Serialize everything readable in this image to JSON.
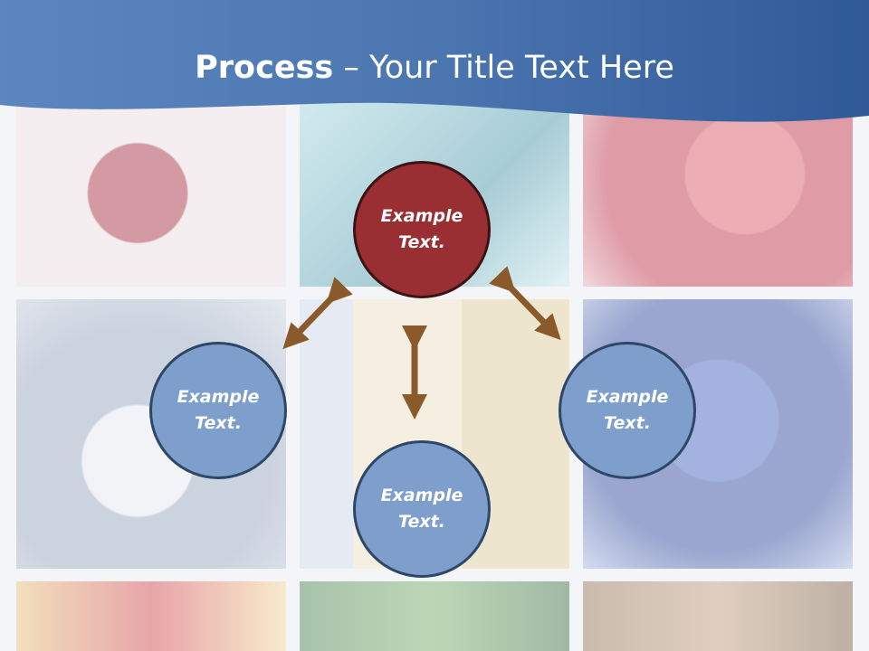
{
  "slide": {
    "title_bold": "Process",
    "title_rest": " – Your Title Text Here"
  },
  "nodes": {
    "top": "Example Text.",
    "left": "Example Text.",
    "right": "Example Text.",
    "bottom": "Example Text."
  },
  "colors": {
    "header": "#3c68a6",
    "node_fill": "#7e9fcb",
    "node_accent": "#9a2f33",
    "arrow": "#8b5a2b"
  },
  "icons": {
    "arrows": "double-headed-arrow"
  }
}
